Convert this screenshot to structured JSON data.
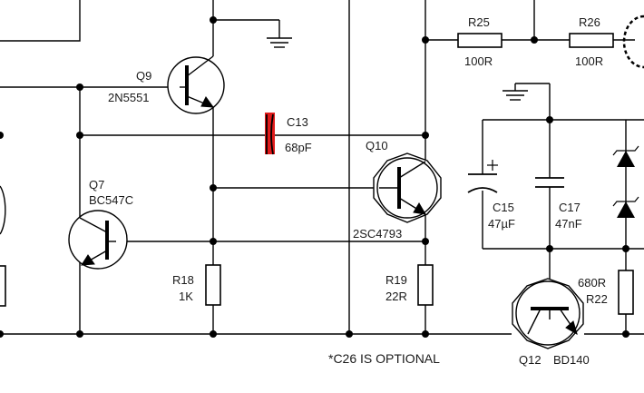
{
  "components": {
    "q9": {
      "ref": "Q9",
      "part": "2N5551"
    },
    "q7": {
      "ref": "Q7",
      "part": "BC547C"
    },
    "q10": {
      "ref": "Q10",
      "part": "2SC4793"
    },
    "q12": {
      "ref": "Q12",
      "part": "BD140"
    },
    "c13": {
      "ref": "C13",
      "value": "68pF",
      "highlight_color": "#e11b1b"
    },
    "c15": {
      "ref": "C15",
      "value": "47µF"
    },
    "c17": {
      "ref": "C17",
      "value": "47nF"
    },
    "r18": {
      "ref": "R18",
      "value": "1K"
    },
    "r19": {
      "ref": "R19",
      "value": "22R"
    },
    "r22": {
      "ref": "R22",
      "value": "680R"
    },
    "r25": {
      "ref": "R25",
      "value": "100R"
    },
    "r26": {
      "ref": "R26",
      "value": "100R"
    }
  },
  "note": "*C26 IS OPTIONAL"
}
